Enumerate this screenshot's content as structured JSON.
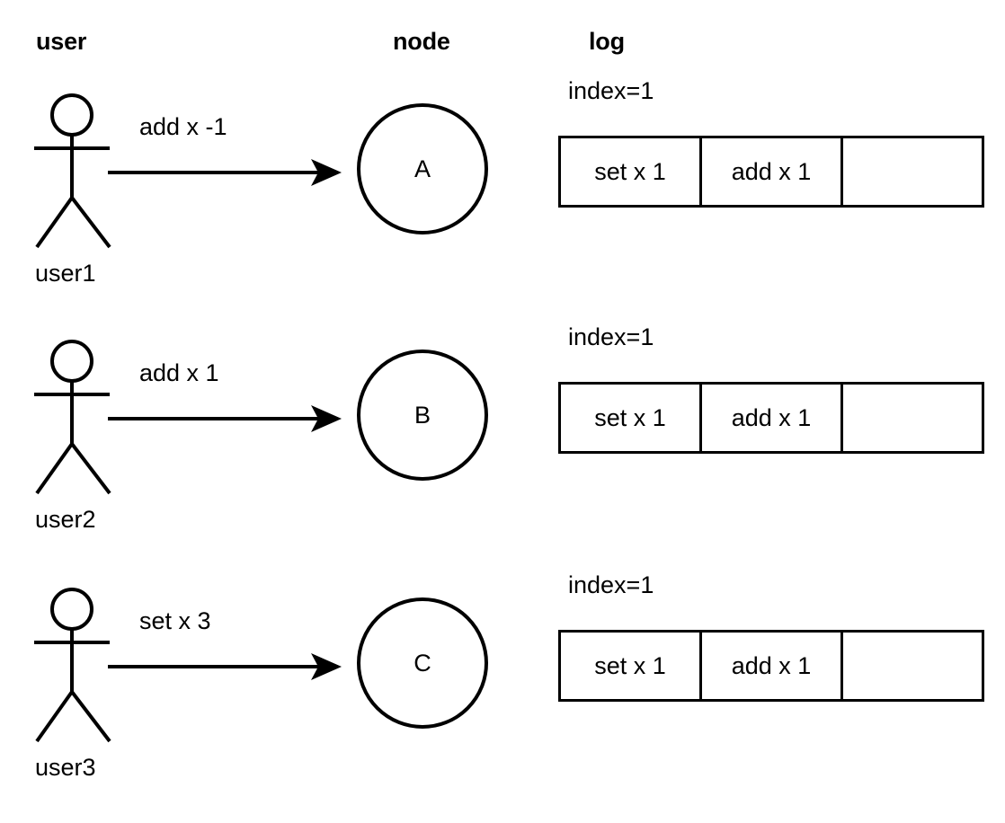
{
  "diagram": {
    "title_columns": {
      "user": "user",
      "node": "node",
      "log": "log"
    },
    "stroke_color": "#000000",
    "background_color": "#ffffff",
    "rows": [
      {
        "actor_label": "user1",
        "actor_icon": "stick-figure-icon",
        "arrow_label": "add x -1",
        "arrow_icon": "arrow-right-icon",
        "node_letter": "A",
        "log": {
          "index_label": "index=1",
          "cells": [
            "set x 1",
            "add x 1",
            ""
          ]
        }
      },
      {
        "actor_label": "user2",
        "actor_icon": "stick-figure-icon",
        "arrow_label": "add x 1",
        "arrow_icon": "arrow-right-icon",
        "node_letter": "B",
        "log": {
          "index_label": "index=1",
          "cells": [
            "set x 1",
            "add x 1",
            ""
          ]
        }
      },
      {
        "actor_label": "user3",
        "actor_icon": "stick-figure-icon",
        "arrow_label": "set x 3",
        "arrow_icon": "arrow-right-icon",
        "node_letter": "C",
        "log": {
          "index_label": "index=1",
          "cells": [
            "set x 1",
            "add x 1",
            ""
          ]
        }
      }
    ]
  }
}
